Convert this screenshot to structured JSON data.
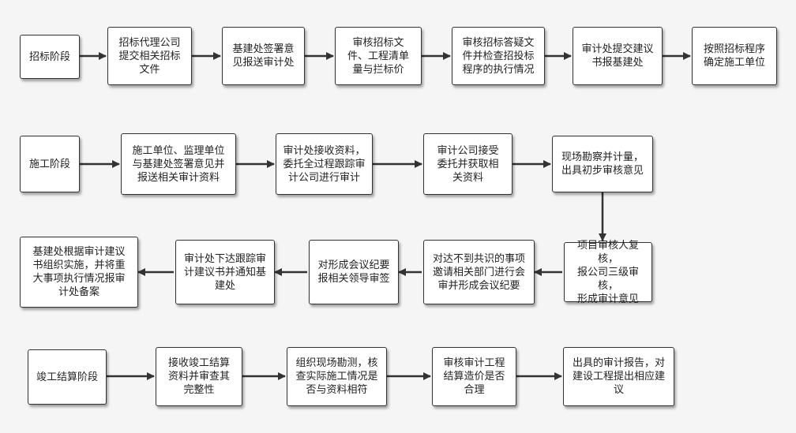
{
  "stages": {
    "bidding": {
      "label": "招标阶段",
      "steps": [
        "招标代理公司\n提交相关招标\n文件",
        "基建处签署意\n见报送审计处",
        "审核招标文\n件、工程清单\n量与拦标价",
        "审核招标答疑文\n件并检查招投标\n程序的执行情况",
        "审计处提交建议\n书报基建处",
        "按照招标程序\n确定施工单位"
      ]
    },
    "construction": {
      "label": "施工阶段",
      "steps": [
        "施工单位、监理单位\n与基建处签署意见并\n报送相关审计资料",
        "审计处接收资料，\n委托全过程跟踪审\n计公司进行审计",
        "审计公司接受\n委托并获取相\n关资料",
        "现场勘察并计量，\n出具初步审核意见",
        "项目审核人复核，\n报公司三级审核，\n形成审计意见",
        "对达不到共识的事项\n邀请相关部门进行会\n审并形成会议纪要",
        "对形成会议纪要\n报相关领导审签",
        "审计处下达跟踪审\n计建议书并通知基\n建处",
        "基建处根据审计建议\n书组织实施，并将重\n大事项执行情况报审\n计处备案"
      ]
    },
    "settlement": {
      "label": "竣工结算阶段",
      "steps": [
        "接收竣工结算\n资料并审查其\n完整性",
        "组织现场勘测，核\n查实际施工情况是\n否与资料相符",
        "审核审计工程\n结算造价是否\n合理",
        "出具的审计报告，对\n建设工程提出相应建\n议"
      ]
    }
  }
}
